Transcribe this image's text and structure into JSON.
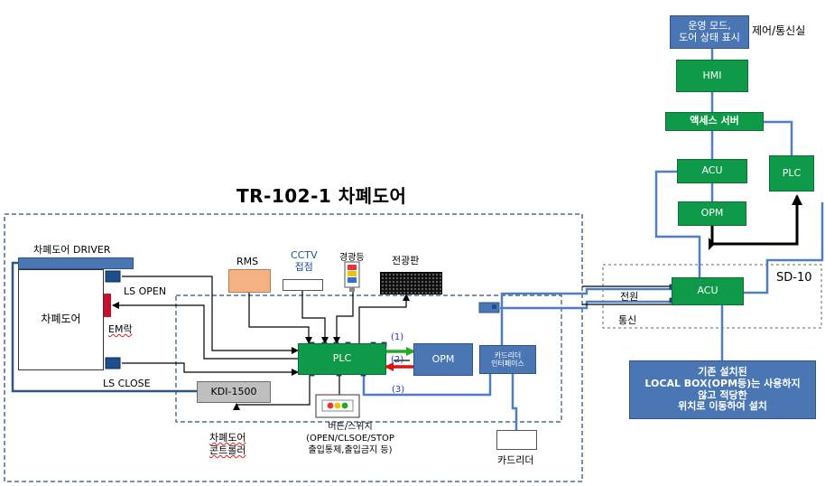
{
  "title": "TR-102-1 차폐도어",
  "control_room": {
    "label": "제어/통신실",
    "display_box": "운영 모드, 도어 상태 표시",
    "display_line1": "운영 모드,",
    "display_line2": "도어 상태 표시",
    "hmi": "HMI",
    "access_server": "액세스 서버",
    "acu": "ACU",
    "opm": "OPM",
    "plc": "PLC"
  },
  "sd10": {
    "label": "SD-10",
    "acu": "ACU",
    "power": "전원",
    "comm": "통신"
  },
  "note": {
    "line1": "기존 설치된",
    "line2": "LOCAL BOX(OPM등)는 사용하지",
    "line3": "않고 적당한",
    "line4": "위치로 이동하여 설치"
  },
  "door": {
    "driver": "차폐도어 DRIVER",
    "door": "차폐도어",
    "ls_open": "LS OPEN",
    "ls_close": "LS CLOSE",
    "em_lock": "EM락"
  },
  "devices": {
    "rms": "RMS",
    "cctv_line1": "CCTV",
    "cctv_line2": "접점",
    "warning_light": "경광등",
    "display_board": "전광판",
    "plc": "PLC",
    "opm": "OPM",
    "card_if_line1": "카드리더",
    "card_if_line2": "인터페이스",
    "kdi": "KDI-1500",
    "controller_line1": "차폐도어",
    "controller_line2": "콘트롤러",
    "buttons_line1": "버튼/스위치",
    "buttons_line2": "(OPEN/CLSOE/STOP",
    "buttons_line3": "출입통제,출입금지 등)",
    "card_reader": "카드리더"
  },
  "arrows": {
    "a1": "(1)",
    "a2": "(2)",
    "a3": "(3)"
  },
  "colors": {
    "green": "#0e9a48",
    "blue": "#4a77b4",
    "link_blue": "#4f7fbf",
    "rms_orange": "#f4b183",
    "kdi_gray": "#bfbfbf",
    "arrow_green": "#22aa22",
    "arrow_red": "#dd1111"
  }
}
